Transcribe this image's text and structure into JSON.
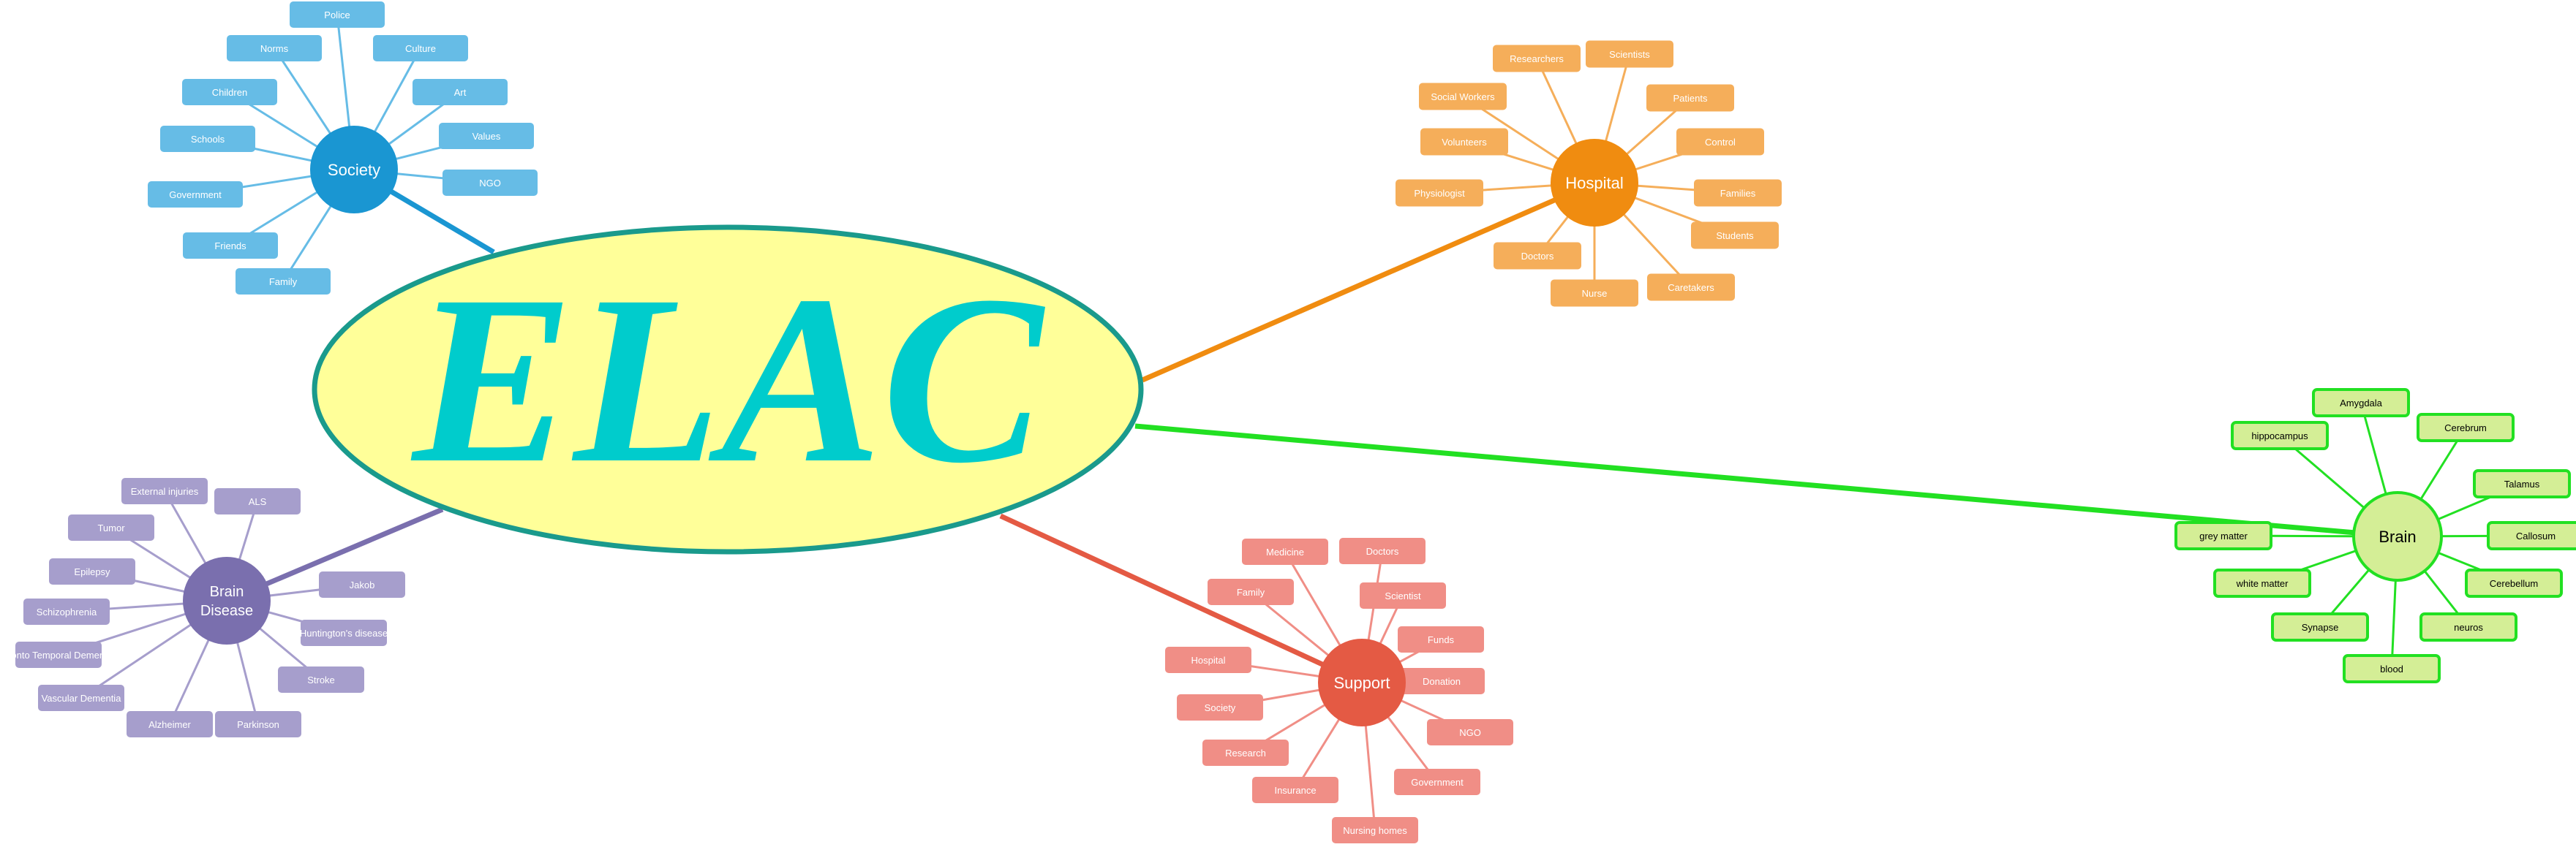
{
  "diagram": {
    "center": {
      "label": "ELAC",
      "fill": "#ffff99",
      "stroke": "#1a9a8c",
      "text_color": "#00cccc"
    },
    "groups": [
      {
        "id": "society",
        "label": "Society",
        "color": "#1a96d2",
        "leaf_color": "#66bce6",
        "leaf_text": "#ffffff",
        "leaves": [
          "Police",
          "Culture",
          "Art",
          "Values",
          "NGO",
          "Family",
          "Friends",
          "Government",
          "Schools",
          "Children",
          "Norms"
        ]
      },
      {
        "id": "hospital",
        "label": "Hospital",
        "color": "#f08c10",
        "leaf_color": "#f5ae5a",
        "leaf_text": "#ffffff",
        "leaves": [
          "Scientists",
          "Patients",
          "Control",
          "Families",
          "Students",
          "Caretakers",
          "Nurse",
          "Doctors",
          "Physiologist",
          "Volunteers",
          "Social Workers",
          "Researchers"
        ]
      },
      {
        "id": "brain",
        "label": "Brain",
        "color": "#d4ee96",
        "leaf_color": "#d4ee96",
        "leaf_text": "#000000",
        "leaves": [
          "Cerebrum",
          "Talamus",
          "Callosum",
          "Cerebellum",
          "neuros",
          "blood",
          "Synapse",
          "white matter",
          "grey matter",
          "hippocampus",
          "Amygdala"
        ]
      },
      {
        "id": "support",
        "label": "Support",
        "color": "#e45a44",
        "leaf_color": "#f08e86",
        "leaf_text": "#ffffff",
        "leaves": [
          "Doctors",
          "Scientist",
          "Funds",
          "Donation",
          "NGO",
          "Government",
          "Nursing homes",
          "Insurance",
          "Research",
          "Society",
          "Hospital",
          "Family",
          "Medicine"
        ]
      },
      {
        "id": "brain-disease",
        "label": "Brain Disease",
        "label_lines": [
          "Brain",
          "Disease"
        ],
        "color": "#7a6fae",
        "leaf_color": "#a69ecc",
        "leaf_text": "#ffffff",
        "leaves": [
          "ALS",
          "Jakob",
          "Huntington's disease",
          "Stroke",
          "Parkinson",
          "Alzheimer",
          "Vascular Dementia",
          "Fronto Temporal Dementia",
          "Schizophrenia",
          "Epilepsy",
          "Tumor",
          "External injuries"
        ]
      }
    ]
  }
}
